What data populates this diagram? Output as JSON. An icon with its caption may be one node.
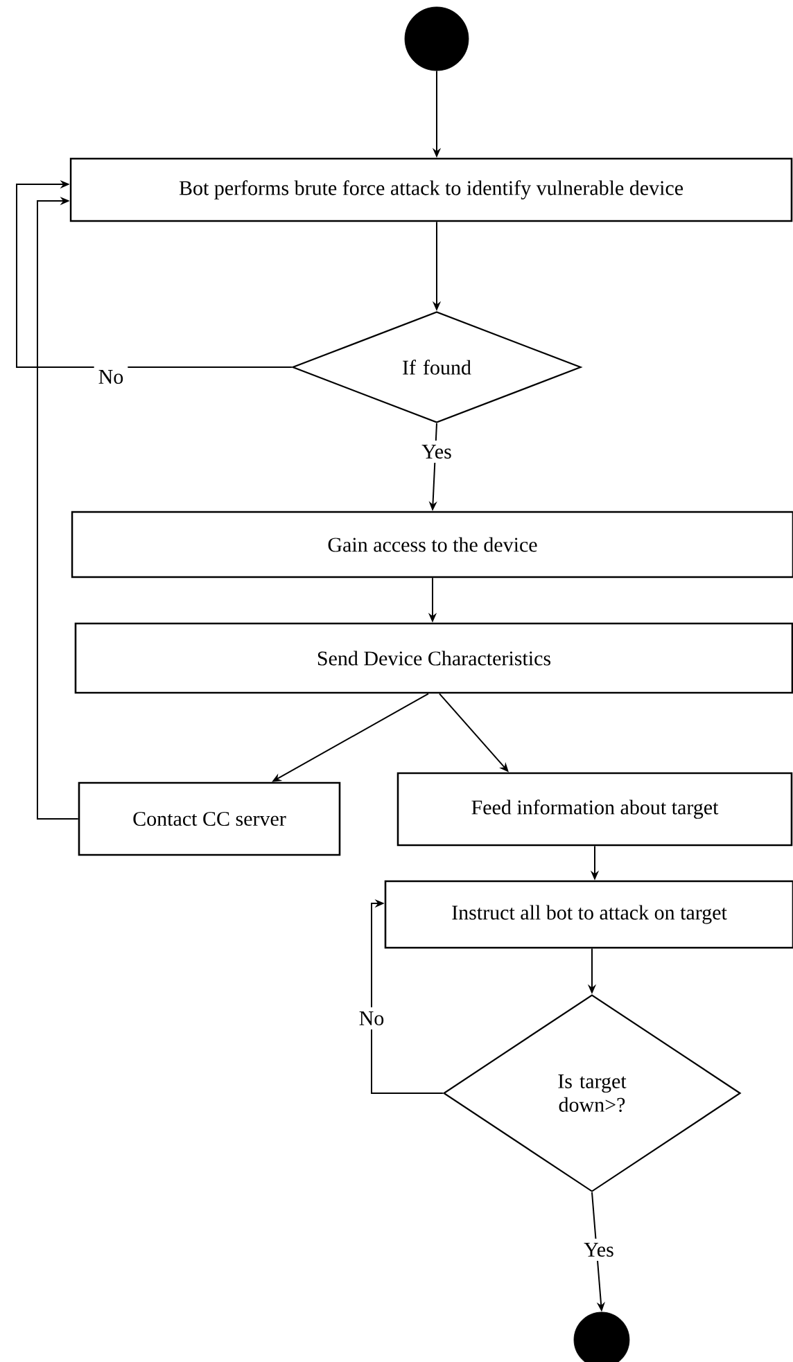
{
  "diagram": {
    "nodes": [
      {
        "text": [],
        "shape": "circle"
      },
      {
        "text": [
          "Bot performs brute force attack to identify vulnerable device"
        ]
      },
      {
        "text": [
          "If found"
        ]
      },
      {
        "text": [
          "Gain access to the device"
        ]
      },
      {
        "text": [
          "Send Device Characteristics"
        ]
      },
      {
        "text": [
          "Contact CC server"
        ]
      },
      {
        "text": [
          "Feed information about target"
        ]
      },
      {
        "text": [
          "Instruct all bot to attack on target"
        ]
      },
      {
        "text": [
          "Is target down>?"
        ]
      },
      {
        "text": [],
        "shape": "circle"
      }
    ],
    "edges": [
      {
        "from": 0,
        "to": 1,
        "arrow": "to"
      },
      {
        "from": 1,
        "to": 2,
        "arrow": "to"
      },
      {
        "from": 2,
        "to": 1,
        "arrow": "to",
        "label": "No"
      },
      {
        "from": 2,
        "to": 3,
        "arrow": "to",
        "label": "Yes"
      },
      {
        "from": 3,
        "to": 4,
        "arrow": "to"
      },
      {
        "from": 4,
        "to": 5,
        "arrow": "to"
      },
      {
        "from": 4,
        "to": 6,
        "arrow": "to"
      },
      {
        "from": 5,
        "to": 1,
        "arrow": "to"
      },
      {
        "from": 6,
        "to": 7,
        "arrow": "to"
      },
      {
        "from": 7,
        "to": 8,
        "arrow": "to"
      },
      {
        "from": 8,
        "to": 7,
        "arrow": "to",
        "label": "No"
      },
      {
        "from": 8,
        "to": 9,
        "arrow": "to",
        "label": "Yes"
      }
    ]
  }
}
